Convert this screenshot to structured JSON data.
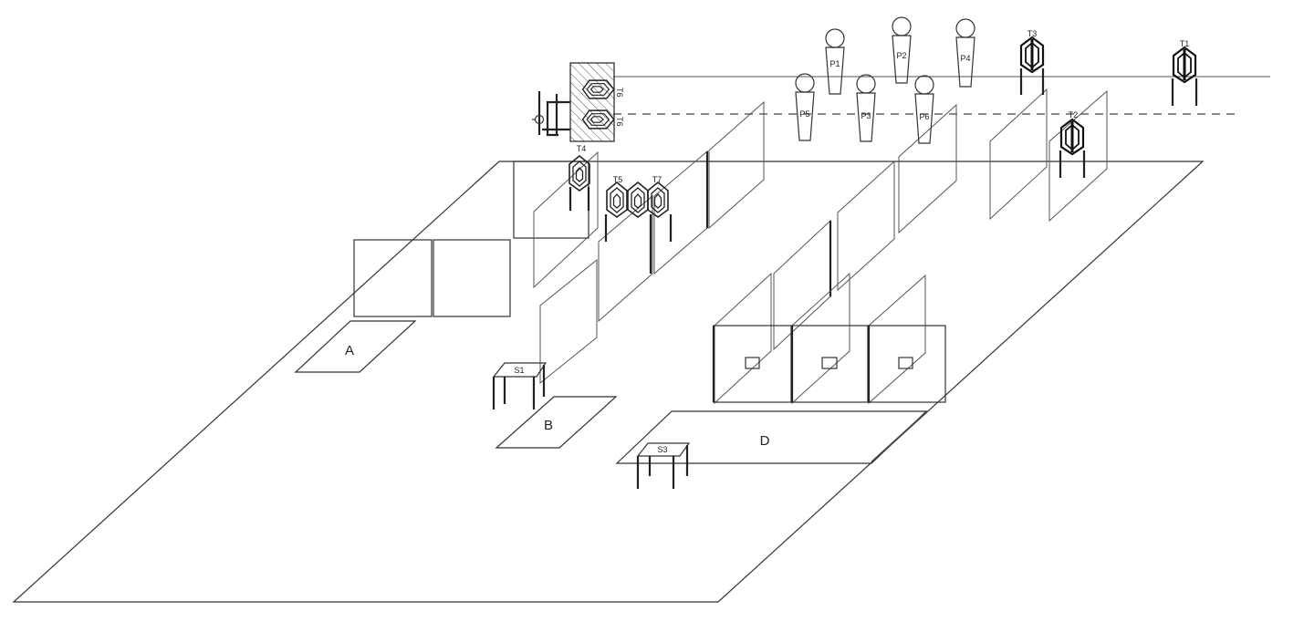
{
  "zones": {
    "a": "A",
    "b": "B",
    "d": "D"
  },
  "stations": {
    "s1": "S1",
    "s3": "S3"
  },
  "targets": {
    "t1": "T1",
    "t2": "T2",
    "t3": "T3",
    "t4": "T4",
    "t5": "T5",
    "t6a": "T6",
    "t6b": "T6",
    "t7": "T7"
  },
  "poppers": {
    "p1": "P1",
    "p2": "P2",
    "p3": "P3",
    "p4": "P4",
    "p5": "P5",
    "p6": "P6"
  }
}
